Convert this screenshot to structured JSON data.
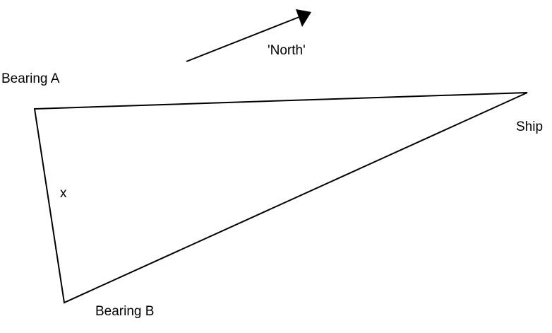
{
  "diagram": {
    "labels": {
      "bearing_a": "Bearing A",
      "bearing_b": "Bearing B",
      "ship": "Ship",
      "north": "'North'",
      "angle_x": "x"
    },
    "colors": {
      "stroke": "#000000",
      "text": "#000000",
      "background": "#ffffff"
    }
  }
}
